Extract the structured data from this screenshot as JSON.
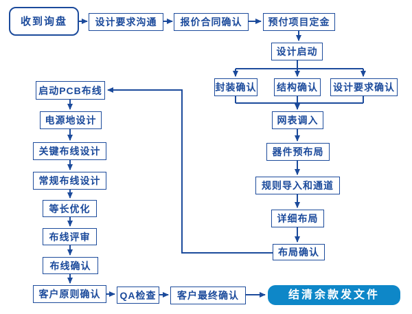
{
  "diagram_type": "flowchart",
  "colors": {
    "line": "#1b4a9b",
    "node_border": "#1b4a9b",
    "node_text": "#1b4a9b",
    "end_fill": "#0e87c8",
    "end_text": "#ffffff",
    "background": "#ffffff"
  },
  "nodes": {
    "receive_inquiry": "收到询盘",
    "design_requirement_communication": "设计要求沟通",
    "quote_contract_confirm": "报价合同确认",
    "project_deposit_prepay": "预付项目定金",
    "design_kickoff": "设计启动",
    "package_confirm": "封装确认",
    "structure_confirm": "结构确认",
    "design_requirement_confirm": "设计要求确认",
    "netlist_import": "网表调入",
    "component_preplacement": "器件预布局",
    "rules_import_and_channel": "规则导入和通道",
    "detailed_placement": "详细布局",
    "placement_confirm": "布局确认",
    "start_pcb_routing": "启动PCB布线",
    "power_ground_design": "电源地设计",
    "critical_routing_design": "关键布线设计",
    "general_routing_design": "常规布线设计",
    "length_matching_optimization": "等长优化",
    "routing_review": "布线评审",
    "routing_confirm": "布线确认",
    "customer_principle_confirm": "客户原则确认",
    "qa_check": "QA检查",
    "customer_final_confirm": "客户最终确认",
    "settle_balance_release_files": "结清余款发文件"
  }
}
